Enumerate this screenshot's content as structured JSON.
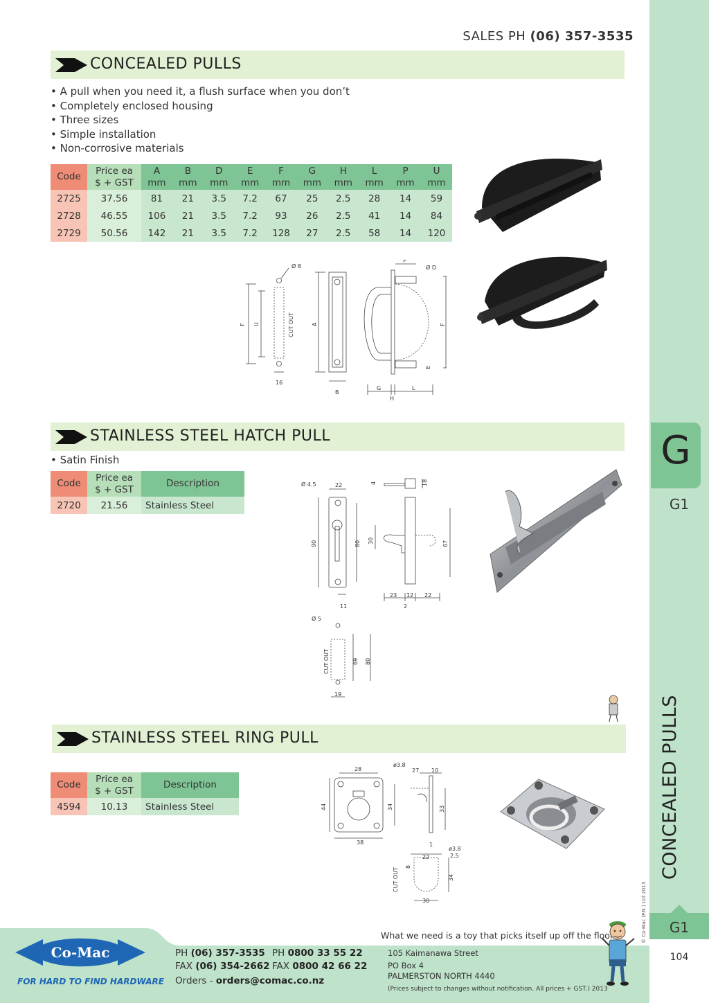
{
  "header": {
    "sales_label": "SALES PH",
    "sales_phone": "(06) 357-3535"
  },
  "sections": {
    "concealed": {
      "title": "CONCEALED PULLS",
      "bullets": [
        "A pull when you need it, a flush surface when you don’t",
        "Completely enclosed housing",
        "Three sizes",
        "Simple installation",
        "Non-corrosive materials"
      ],
      "headers": [
        {
          "top": "Code",
          "bottom": ""
        },
        {
          "top": "Price ea",
          "bottom": "$ + GST"
        },
        {
          "top": "A",
          "bottom": "mm"
        },
        {
          "top": "B",
          "bottom": "mm"
        },
        {
          "top": "D",
          "bottom": "mm"
        },
        {
          "top": "E",
          "bottom": "mm"
        },
        {
          "top": "F",
          "bottom": "mm"
        },
        {
          "top": "G",
          "bottom": "mm"
        },
        {
          "top": "H",
          "bottom": "mm"
        },
        {
          "top": "L",
          "bottom": "mm"
        },
        {
          "top": "P",
          "bottom": "mm"
        },
        {
          "top": "U",
          "bottom": "mm"
        }
      ],
      "rows": [
        [
          "2725",
          "37.56",
          "81",
          "21",
          "3.5",
          "7.2",
          "67",
          "25",
          "2.5",
          "28",
          "14",
          "59"
        ],
        [
          "2728",
          "46.55",
          "106",
          "21",
          "3.5",
          "7.2",
          "93",
          "26",
          "2.5",
          "41",
          "14",
          "84"
        ],
        [
          "2729",
          "50.56",
          "142",
          "21",
          "3.5",
          "7.2",
          "128",
          "27",
          "2.5",
          "58",
          "14",
          "120"
        ]
      ],
      "diagram": {
        "d8": "Ø 8",
        "f": "F",
        "u": "U",
        "cutout": "CUT OUT",
        "w16": "16",
        "a": "A",
        "b": "B",
        "p": "P",
        "d": "Ø D",
        "f2": "F",
        "e": "E",
        "g": "G",
        "h": "H",
        "l": "L"
      }
    },
    "hatch": {
      "title": "STAINLESS STEEL HATCH PULL",
      "bullets": [
        "Satin Finish"
      ],
      "headers": [
        "Code",
        "Price ea",
        "$ + GST",
        "Description"
      ],
      "rows": [
        [
          "2720",
          "21.56",
          "Stainless Steel"
        ]
      ],
      "diagram": {
        "d45": "Ø 4.5",
        "w22": "22",
        "h90": "90",
        "h80": "80",
        "w11": "11",
        "t4": "4",
        "t18": "18",
        "h30": "30",
        "h67": "67",
        "w23": "23",
        "w12": "12",
        "w22b": "22",
        "w2": "2",
        "d5": "Ø 5",
        "cutout": "CUT OUT",
        "h69": "69",
        "h80b": "80",
        "w19": "19"
      }
    },
    "ring": {
      "title": "STAINLESS STEEL RING PULL",
      "headers": [
        "Code",
        "Price ea",
        "$ + GST",
        "Description"
      ],
      "rows": [
        [
          "4594",
          "10.13",
          "Stainless Steel"
        ]
      ],
      "diagram": {
        "w28": "28",
        "d38": "ø3.8",
        "w27": "27",
        "w10": "10",
        "h44": "44",
        "h34": "34",
        "h33": "33",
        "w38": "38",
        "w1": "1",
        "d38b": "ø3.8",
        "w22": "22",
        "w25": "2.5",
        "cutout": "CUT OUT",
        "h8": "8",
        "h34b": "34",
        "w30": "30"
      }
    }
  },
  "side": {
    "letter": "G",
    "tab": "G1",
    "vertical": "CONCEALED PULLS",
    "copyright": "© Co-Mac (P.N.) Ltd 2013",
    "tab_bottom": "G1",
    "page": "104"
  },
  "footer": {
    "logo": "Co-Mac",
    "tagline": "FOR HARD TO FIND HARDWARE",
    "ph_label": "PH",
    "ph": "(06) 357-3535",
    "ph2_label": "PH",
    "ph2": "0800 33 55 22",
    "fax_label": "FAX",
    "fax": "(06) 354-2662",
    "fax2_label": "FAX",
    "fax2": "0800 42 66 22",
    "orders_label": "Orders -",
    "orders": "orders@comac.co.nz",
    "quote": "What we need is a toy that picks itself up off the floor.",
    "addr1": "105 Kaimanawa Street",
    "addr2": "PO Box 4",
    "addr3": "PALMERSTON NORTH 4440",
    "disclaimer": "(Prices subject to changes without notification.  All prices + GST.)  2013"
  },
  "colors": {
    "sidebar": "#bfe2ca",
    "tab": "#7fc494",
    "code_head": "#ee8c76",
    "code_cell": "#f7c4b5",
    "section_bar": "#e2f0d3",
    "logo_blue": "#1f66b5"
  }
}
